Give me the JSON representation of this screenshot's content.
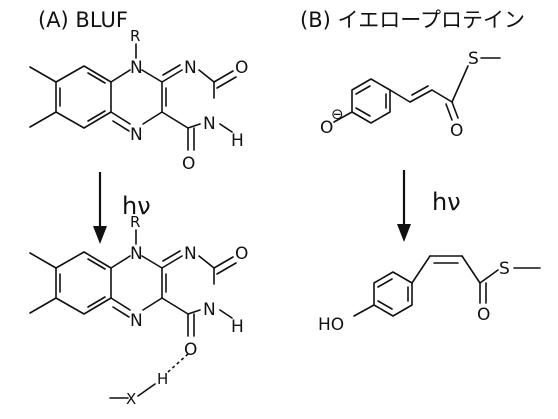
{
  "panel_a": {
    "title": "(A) BLUF",
    "reaction_label": "hν",
    "atoms": {
      "r_top": "R",
      "n10_top": "N",
      "n1_top": "N",
      "o2_top": "O",
      "n3_top": "N",
      "h3_top": "H",
      "o4_top": "O",
      "n5_top": "N",
      "r_bottom": "R",
      "n10_bottom": "N",
      "n1_bottom": "N",
      "o2_bottom": "O",
      "n3_bottom": "N",
      "h3_bottom": "H",
      "o4_bottom": "O",
      "n5_bottom": "N",
      "h_donor": "H",
      "x_donor": "X"
    }
  },
  "panel_b": {
    "title": "(B) イエロープロテイン",
    "reaction_label": "hν",
    "atoms": {
      "o_minus": "O",
      "charge": "⊖",
      "s_top": "S",
      "o_top": "O",
      "ho_bottom": "HO",
      "s_bottom": "S",
      "o_bottom": "O"
    }
  }
}
